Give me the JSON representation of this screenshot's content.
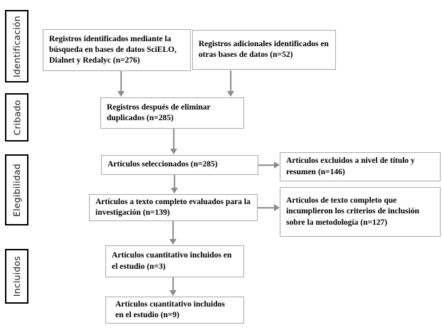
{
  "stages": [
    {
      "label": "Identificación"
    },
    {
      "label": "Cribado"
    },
    {
      "label": "Elegibilidad"
    },
    {
      "label": "Incluidos"
    }
  ],
  "boxes": [
    {
      "text": "Registros identificados mediante la búsqueda en bases de datos SciELO, Dialnet y Redalyc (n=276)",
      "n": 276
    },
    {
      "text": "Registros adicionales identificados en otras bases de datos (n=52)",
      "n": 52
    },
    {
      "text": "Registros después de eliminar duplicados (n=285)",
      "n": 285
    },
    {
      "text": "Artículos seleccionados (n=285)",
      "n": 285
    },
    {
      "text": "Artículos a texto completo evaluados para la investigación (n=139)",
      "n": 139
    },
    {
      "text": "Artículos excluidos a nivel de título y resumen (n=146)",
      "n": 146
    },
    {
      "text": "Artículos de texto completo que incumplieron los criterios de inclusión sobre la metodología (n=127)",
      "n": 127
    },
    {
      "text": "Artículos cuantitativo incluidos en el estudio (n=3)",
      "n": 3
    },
    {
      "text": "Artículos cuantitativo incluidos en el estudio (n=9)",
      "n": 9
    }
  ],
  "colors": {
    "background": "#ffffff",
    "box_border": "#a9a9a9",
    "stage_border": "#000000",
    "arrow": "#8c8c8c",
    "text": "#000000"
  }
}
